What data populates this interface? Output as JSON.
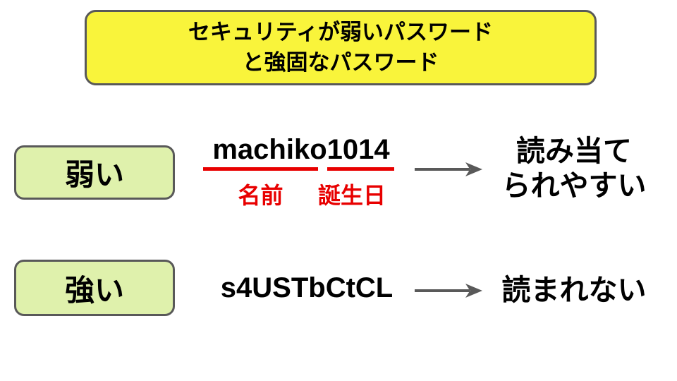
{
  "title": {
    "line1": "セキュリティが弱いパスワード",
    "line2": "と強固なパスワード"
  },
  "weak_row": {
    "label": "弱い",
    "password": "machiko1014",
    "annotation_name": "名前",
    "annotation_birthday": "誕生日",
    "result_line1": "読み当て",
    "result_line2": "られやすい"
  },
  "strong_row": {
    "label": "強い",
    "password": "s4USTbCtCL",
    "result": "読まれない"
  },
  "colors": {
    "title_fill": "#f9f43b",
    "label_fill": "#dff1ac",
    "box_border": "#595959",
    "accent_red": "#e80000",
    "arrow_gray": "#595959",
    "text_black": "#000000",
    "background": "#ffffff"
  }
}
